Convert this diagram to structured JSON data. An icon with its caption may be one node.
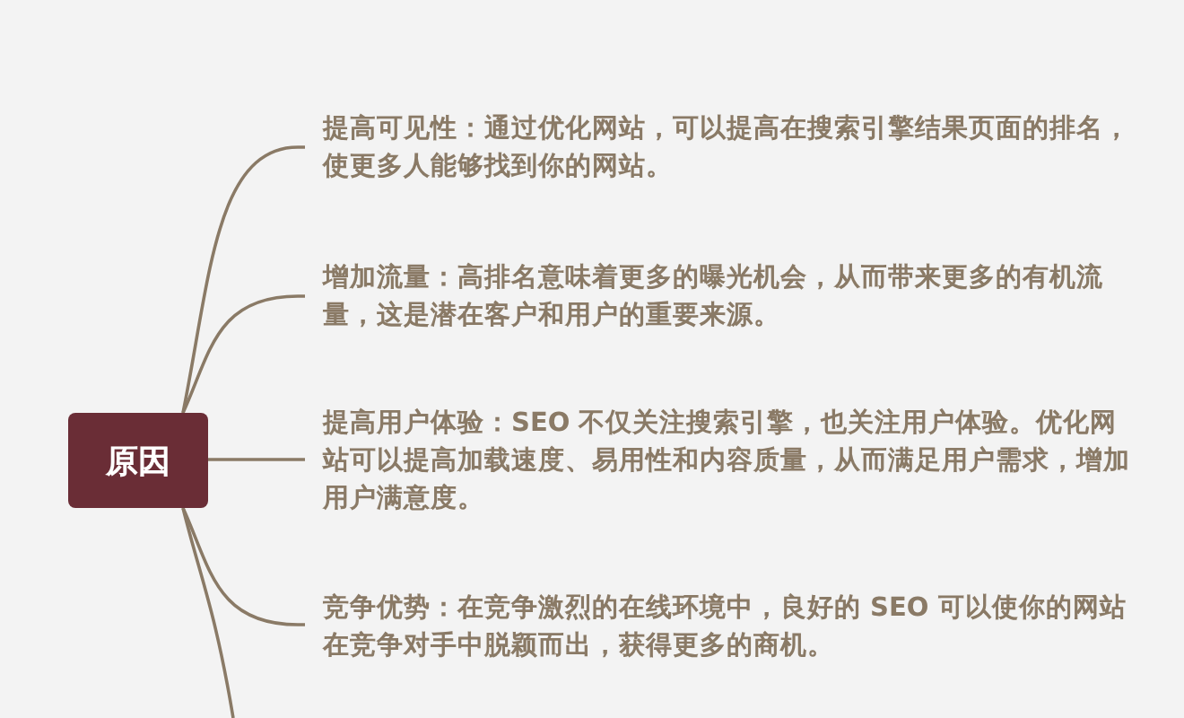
{
  "diagram": {
    "nodes": [
      {
        "text": [
          "原因"
        ]
      },
      {
        "text": [
          "提高可见性：通过优化网站，可以提高在搜索引擎结果页面的排名，使更多人能够找到你的网站。"
        ]
      },
      {
        "text": [
          "增加流量：高排名意味着更多的曝光机会，从而带来更多的有机流量，这是潜在客户和用户的重要来源。"
        ]
      },
      {
        "text": [
          "提高用户体验：SEO 不仅关注搜索引擎，也关注用户体验。优化网站可以提高加载速度、易用性和内容质量，从而满足用户需求，增加用户满意度。"
        ]
      },
      {
        "text": [
          "竞争优势：在竞争激烈的在线环境中，良好的 SEO 可以使你的网站在竞争对手中脱颖而出，获得更多的商机。"
        ]
      }
    ],
    "edges": [
      {
        "from": 0,
        "to": 1,
        "arrow": "none"
      },
      {
        "from": 0,
        "to": 2,
        "arrow": "none"
      },
      {
        "from": 0,
        "to": 3,
        "arrow": "none"
      },
      {
        "from": 0,
        "to": 4,
        "arrow": "none"
      },
      {
        "from": 0,
        "to": null,
        "arrow": "none"
      }
    ]
  }
}
